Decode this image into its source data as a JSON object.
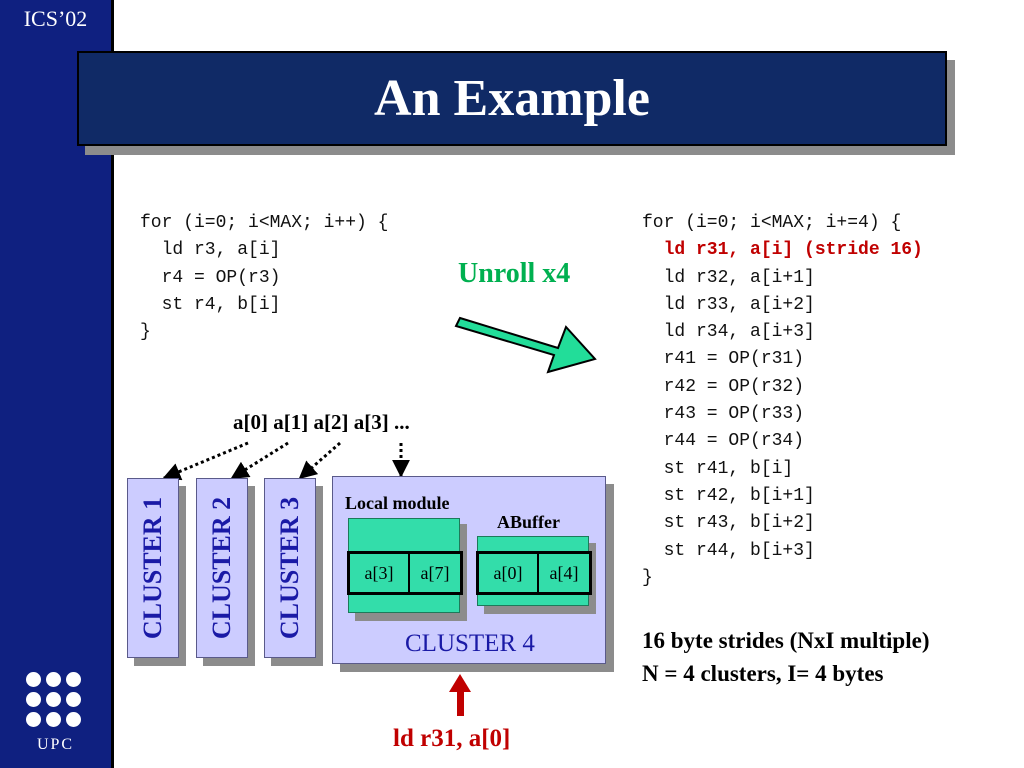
{
  "sidebar": {
    "conference": "ICS’02",
    "logo_text": "UPC"
  },
  "title": "An Example",
  "original_code": [
    "for (i=0; i<MAX; i++) {",
    "  ld r3, a[i]",
    "  r4 = OP(r3)",
    "  st r4, b[i]",
    "}"
  ],
  "unroll_label": "Unroll x4",
  "unrolled_code": [
    "for (i=0; i<MAX; i+=4) {",
    "  ld r31, a[i] (stride 16)",
    "  ld r32, a[i+1]",
    "  ld r33, a[i+2]",
    "  ld r34, a[i+3]",
    "  r41 = OP(r31)",
    "  r42 = OP(r32)",
    "  r43 = OP(r33)",
    "  r44 = OP(r34)",
    "  st r41, b[i]",
    "  st r42, b[i+1]",
    "  st r43, b[i+2]",
    "  st r44, b[i+3]",
    "}"
  ],
  "highlighted_line_index": 1,
  "address_sequence": "a[0] a[1] a[2] a[3] ...",
  "clusters": [
    "CLUSTER 1",
    "CLUSTER 2",
    "CLUSTER 3"
  ],
  "cluster4": {
    "label": "CLUSTER 4",
    "local_module_label": "Local module",
    "local_module_cells": [
      "a[3]",
      "a[7]"
    ],
    "abuffer_label": "ABuffer",
    "abuffer_cells": [
      "a[0]",
      "a[4]"
    ]
  },
  "notes": [
    "16 byte strides (NxI multiple)",
    "N = 4 clusters, I= 4 bytes"
  ],
  "load_label": "ld r31, a[0]",
  "colors": {
    "sidebar": "#0f2080",
    "title_bg": "#102a66",
    "cluster_fill": "#ccccff",
    "cluster_text": "#1a1aa6",
    "green": "#33ddaa",
    "accent_red": "#c00000",
    "unroll_green": "#00b050"
  }
}
